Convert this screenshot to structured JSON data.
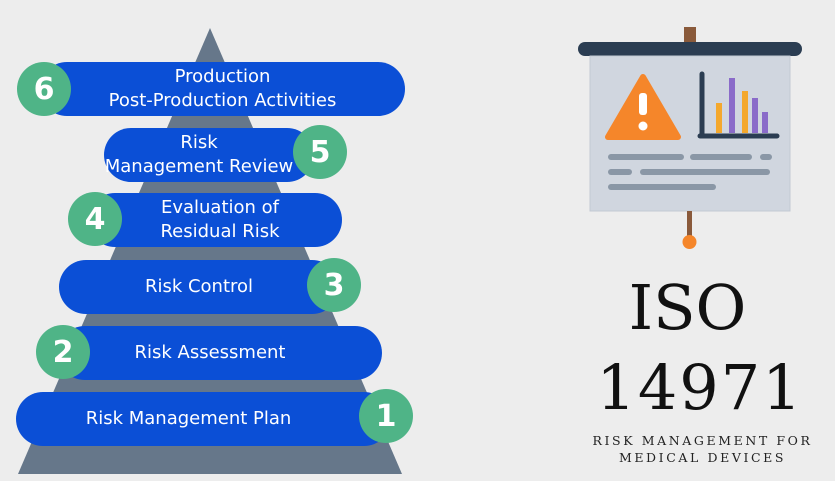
{
  "steps": [
    {
      "number": "6",
      "lines": [
        "Production",
        "Post-Production Activities"
      ]
    },
    {
      "number": "5",
      "lines": [
        "Risk",
        "Management Review"
      ]
    },
    {
      "number": "4",
      "lines": [
        "Evaluation of",
        "Residual Risk"
      ]
    },
    {
      "number": "3",
      "lines": [
        "Risk Control"
      ]
    },
    {
      "number": "2",
      "lines": [
        "Risk Assessment"
      ]
    },
    {
      "number": "1",
      "lines": [
        "Risk Management Plan"
      ]
    }
  ],
  "iso": {
    "title": "ISO",
    "number": "14971",
    "subtitle_line1": "RISK MANAGEMENT FOR",
    "subtitle_line2": "MEDICAL DEVICES"
  },
  "icons": {
    "board": "presentation-board-icon",
    "warning": "warning-triangle-icon",
    "chart": "bar-chart-icon"
  },
  "colors": {
    "step_blue": "#0b4fd6",
    "number_green": "#4fb487",
    "pyramid_gray": "#66778a",
    "warning_orange": "#f5862a",
    "bar_orange": "#f4a82c",
    "bar_purple": "#8a6bc9",
    "board_navy": "#2b3d52"
  }
}
